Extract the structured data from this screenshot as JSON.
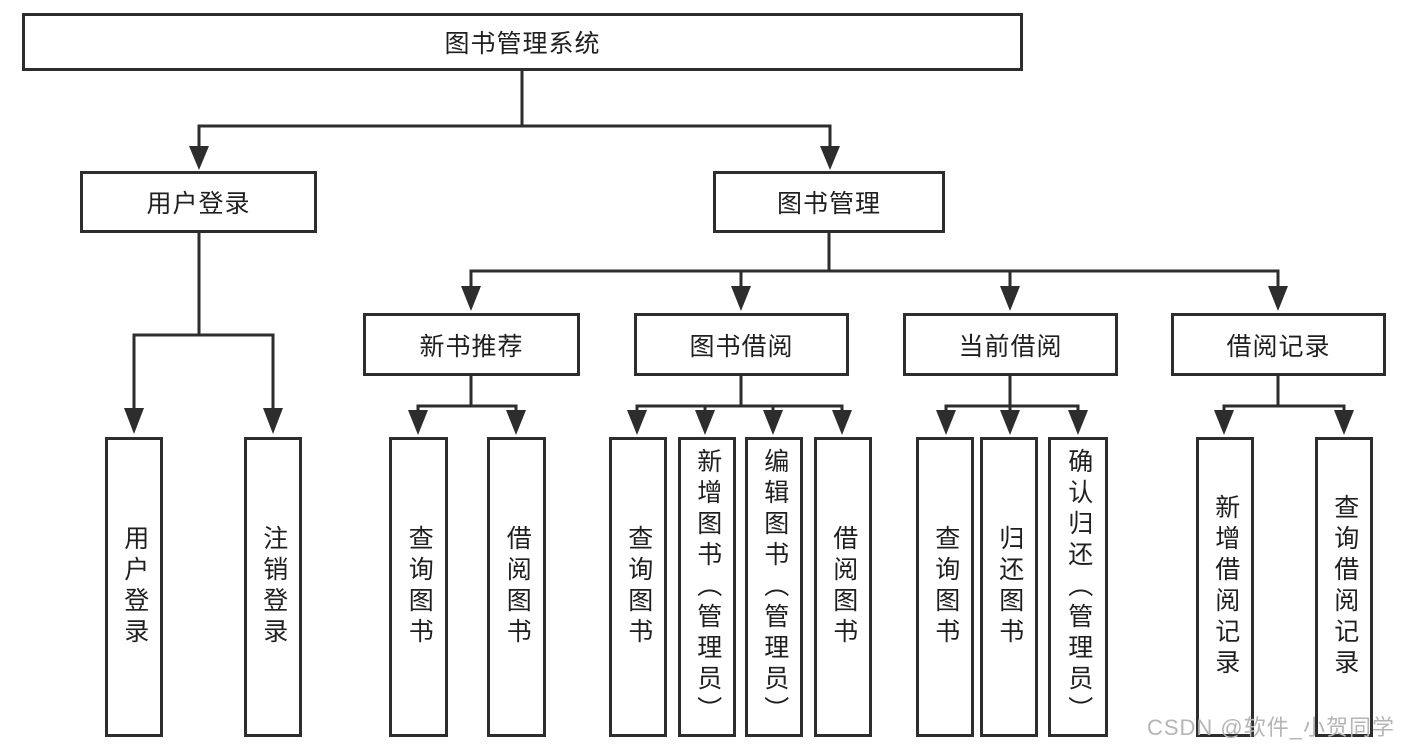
{
  "diagram": {
    "root": {
      "label": "图书管理系统"
    },
    "branches": [
      {
        "label": "用户登录",
        "children": [
          {
            "label": "用户登录"
          },
          {
            "label": "注销登录"
          }
        ]
      },
      {
        "label": "图书管理",
        "children": [
          {
            "label": "新书推荐",
            "children": [
              {
                "label": "查询图书"
              },
              {
                "label": "借阅图书"
              }
            ]
          },
          {
            "label": "图书借阅",
            "children": [
              {
                "label": "查询图书"
              },
              {
                "label": "新增图书（管理员）"
              },
              {
                "label": "编辑图书（管理员）"
              },
              {
                "label": "借阅图书"
              }
            ]
          },
          {
            "label": "当前借阅",
            "children": [
              {
                "label": "查询图书"
              },
              {
                "label": "归还图书"
              },
              {
                "label": "确认归还（管理员）"
              }
            ]
          },
          {
            "label": "借阅记录",
            "children": [
              {
                "label": "新增借阅记录"
              },
              {
                "label": "查询借阅记录"
              }
            ]
          }
        ]
      }
    ]
  },
  "watermark": {
    "text": "CSDN @软件_小贺同学"
  },
  "colors": {
    "line": "#2d2d2d",
    "box_border": "#2d2d2d",
    "text": "#1f1f1f",
    "watermark": "#b5b5b5",
    "background": "#ffffff"
  }
}
